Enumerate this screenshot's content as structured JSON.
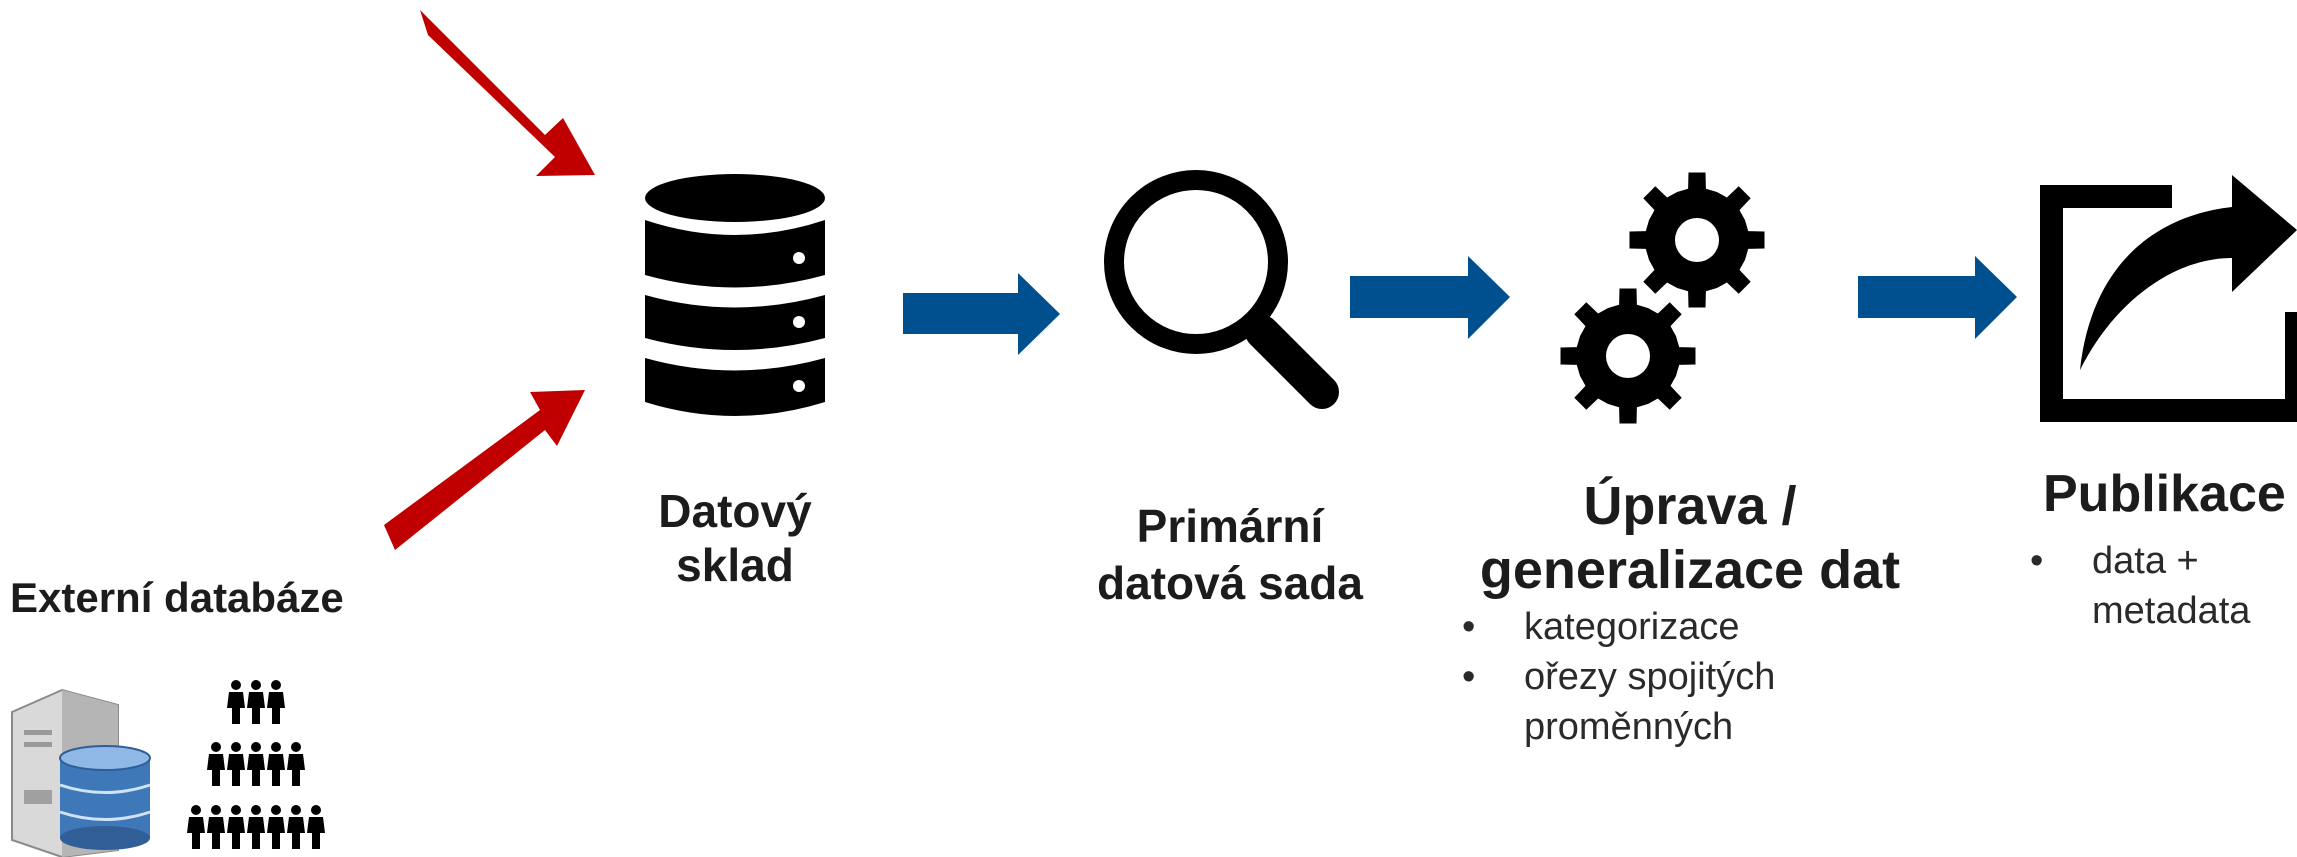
{
  "colors": {
    "input_arrow": "#c00000",
    "flow_arrow": "#004f8f",
    "icon": "#000000"
  },
  "nodes": {
    "external": {
      "title": "Externí databáze",
      "icons": [
        "server-database-icon",
        "people-group-icon"
      ]
    },
    "warehouse": {
      "title_line1": "Datový",
      "title_line2": "sklad",
      "icon": "database-icon"
    },
    "primary": {
      "title_line1": "Primární",
      "title_line2": "datová sada",
      "icon": "magnifier-icon"
    },
    "processing": {
      "title_line1": "Úprava /",
      "title_line2": "generalizace dat",
      "icon": "gears-icon",
      "bullets": [
        "kategorizace",
        "ořezy spojitých proměnných"
      ]
    },
    "publication": {
      "title": "Publikace",
      "icon": "share-export-icon",
      "bullets": [
        "data + metadata"
      ]
    }
  }
}
